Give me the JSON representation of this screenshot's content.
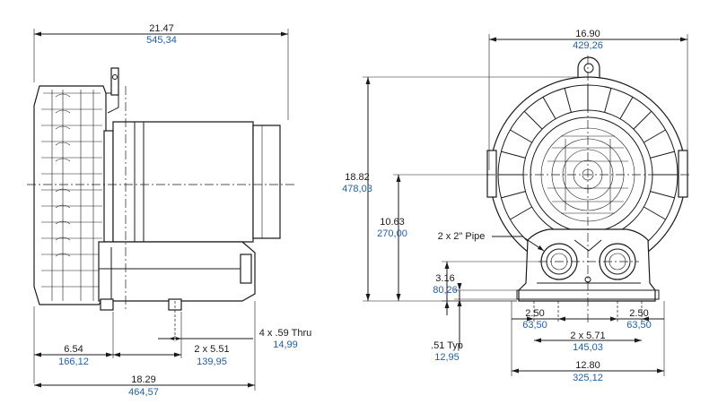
{
  "dimensions": {
    "overall_length": {
      "imperial": "21.47",
      "metric": "545,34"
    },
    "base_length": {
      "imperial": "18.29",
      "metric": "464,57"
    },
    "mount_offset": {
      "imperial": "6.54",
      "metric": "166,12"
    },
    "mount_spacing_side": {
      "imperial": "2 x 5.51",
      "metric": "139,95"
    },
    "mount_hole": {
      "imperial": "4 x .59 Thru",
      "metric": "14,99"
    },
    "overall_width": {
      "imperial": "16.90",
      "metric": "429,26"
    },
    "overall_height": {
      "imperial": "18.82",
      "metric": "478,03"
    },
    "center_height": {
      "imperial": "10.63",
      "metric": "270,00"
    },
    "pipe_size": "2 x 2\" Pipe",
    "pipe_height": {
      "imperial": "3.16",
      "metric": "80,26"
    },
    "foot_left": {
      "imperial": "2.50",
      "metric": "63,50"
    },
    "foot_right": {
      "imperial": "2.50",
      "metric": "63,50"
    },
    "mount_spacing_front": {
      "imperial": "2 x 5.71",
      "metric": "145,03"
    },
    "base_thickness": {
      "imperial": ".51 Typ",
      "metric": "12,95"
    },
    "base_width": {
      "imperial": "12.80",
      "metric": "325,12"
    }
  },
  "colors": {
    "line": "#1a1a1a",
    "metric_text": "#1f5fa8"
  }
}
